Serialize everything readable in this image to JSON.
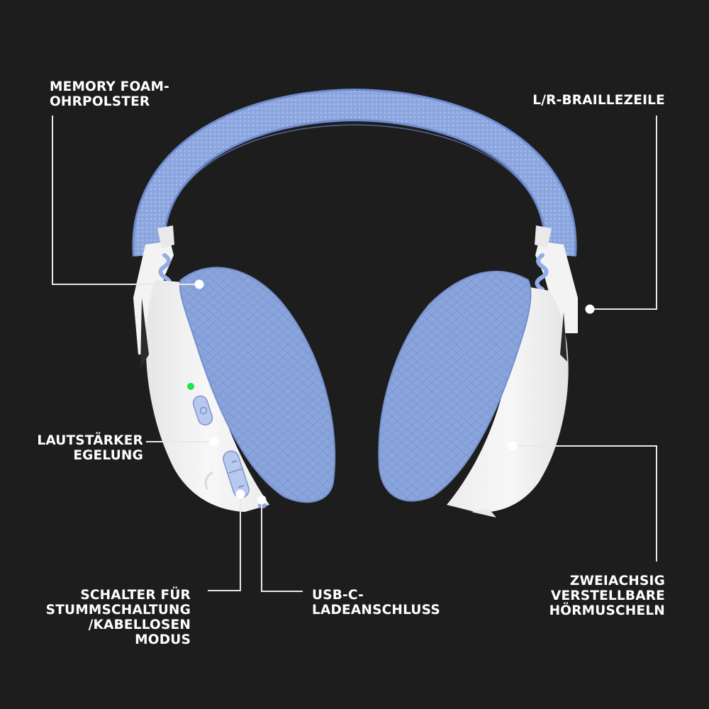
{
  "product": {
    "colors": {
      "background": "#1d1d1d",
      "fabric_blue": "#8fa8e0",
      "fabric_blue_dark": "#6f8ccf",
      "shell_white": "#f2f2f2",
      "led_green": "#20e040",
      "callout_line": "#e8e8e8"
    }
  },
  "callouts": {
    "memory_foam": {
      "lines": [
        "MEMORY FOAM-",
        "OHRPOLSTER"
      ]
    },
    "braille": {
      "lines": [
        "L/R-BRAILLEZEILE"
      ]
    },
    "volume": {
      "lines": [
        "LAUTSTÄRKER",
        "EGELUNG"
      ]
    },
    "mute_switch": {
      "lines": [
        "SCHALTER FÜR",
        "STUMMSCHALTUNG",
        "/KABELLOSEN",
        "MODUS"
      ]
    },
    "usb_c": {
      "lines": [
        "USB-C-",
        "LADEANSCHLUSS"
      ]
    },
    "adjustable_cups": {
      "lines": [
        "ZWEIACHSIG",
        "VERSTELLBARE",
        "HÖRMUSCHELN"
      ]
    }
  },
  "controls": {
    "power_button_icon": "power-icon",
    "volume_up_icon": "plus-icon",
    "volume_down_icon": "minus-icon",
    "led_status": "on"
  }
}
